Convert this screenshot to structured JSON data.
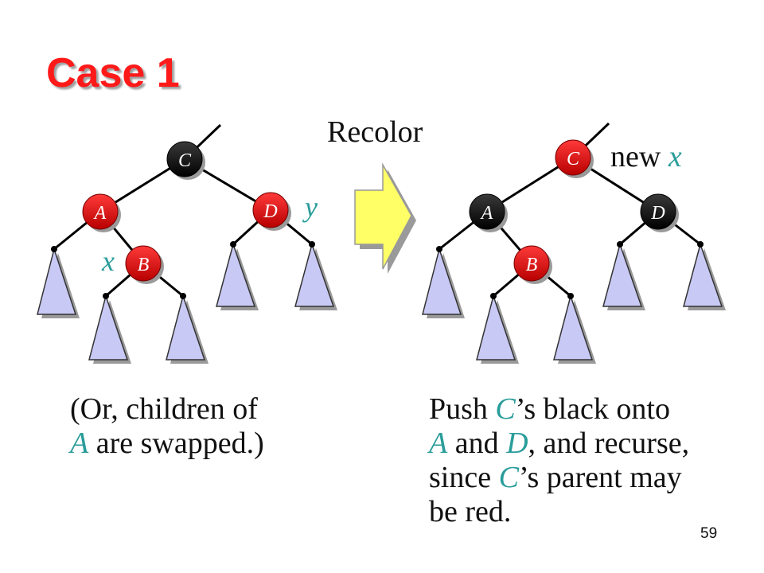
{
  "title": "Case 1",
  "operation_label": "Recolor",
  "colors": {
    "title": "#ff1a1a",
    "red_node": "#dd0f12",
    "black_node": "#0a0a0a",
    "subtree": "#c9c9f5",
    "arrow": "#ffff66",
    "variable": "#2a9d9a"
  },
  "before_tree": {
    "nodes": {
      "C": {
        "label": "C",
        "color": "black"
      },
      "A": {
        "label": "A",
        "color": "red"
      },
      "D": {
        "label": "D",
        "color": "red"
      },
      "B": {
        "label": "B",
        "color": "red"
      }
    },
    "annotations": {
      "x": "x",
      "y": "y"
    }
  },
  "after_tree": {
    "nodes": {
      "C": {
        "label": "C",
        "color": "red"
      },
      "A": {
        "label": "A",
        "color": "black"
      },
      "D": {
        "label": "D",
        "color": "black"
      },
      "B": {
        "label": "B",
        "color": "red"
      }
    },
    "annotations": {
      "new": "new",
      "x": "x"
    }
  },
  "caption_left": {
    "line1": "(Or, children of",
    "var_A": "A",
    "rest": " are swapped.)"
  },
  "caption_right": {
    "push": "Push ",
    "var_C1": "C",
    "s1": "’s black onto",
    "var_A": "A",
    "and1": " and ",
    "var_D": "D",
    "recurse": ", and recurse,",
    "since": "since ",
    "var_C2": "C",
    "s2": "’s parent may",
    "bered": "be red."
  },
  "page_number": "59"
}
